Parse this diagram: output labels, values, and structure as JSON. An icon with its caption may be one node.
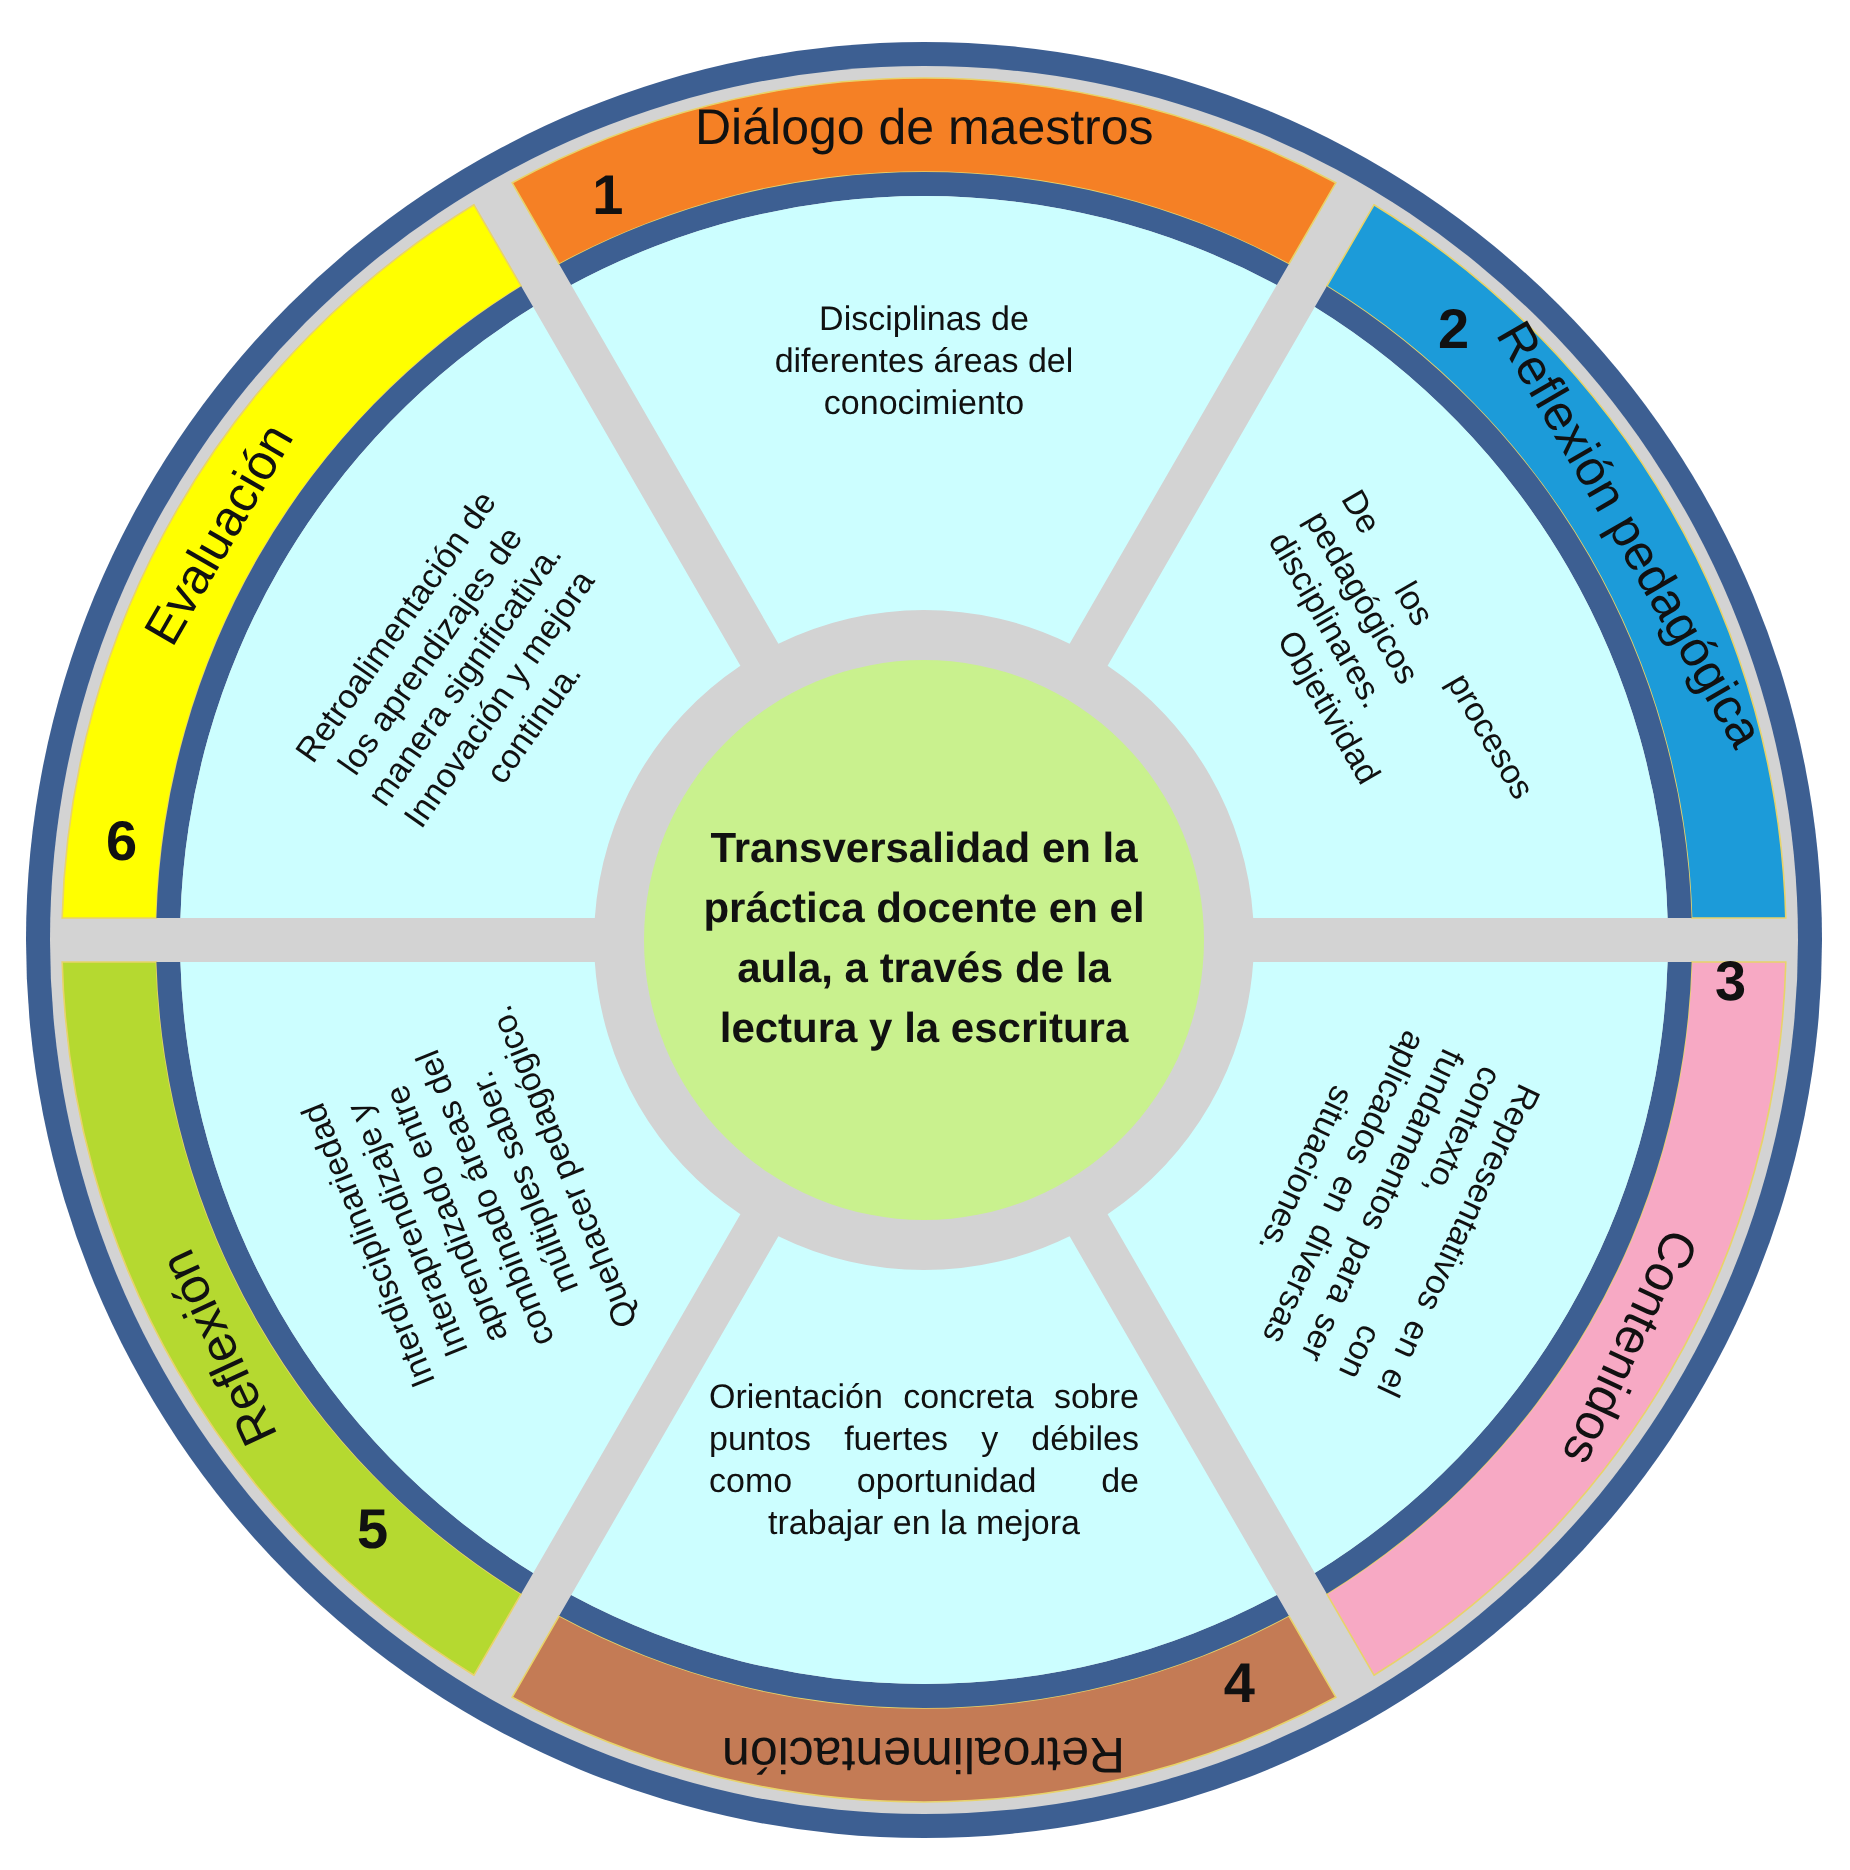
{
  "diagram": {
    "nodes": [
      {
        "text": [
          "Transversalidad en la práctica docente en el aula, a través de la lectura y la escritura"
        ]
      },
      {
        "text": [
          "1",
          "Diálogo de maestros"
        ]
      },
      {
        "text": [
          "Disciplinas de diferentes áreas del conocimiento"
        ]
      },
      {
        "text": [
          "2",
          "Reflexión pedagógica"
        ]
      },
      {
        "text": [
          "De los procesos pedagógicos disciplinares. Objetividad"
        ]
      },
      {
        "text": [
          "3",
          "Contenidos"
        ]
      },
      {
        "text": [
          "Representativos en el contexto, con fundamentos para ser aplicados en diversas situaciones."
        ]
      },
      {
        "text": [
          "4",
          "Retroalimentación"
        ]
      },
      {
        "text": [
          "Orientación concreta sobre puntos fuertes y débiles como oportunidad de trabajar en la mejora"
        ]
      },
      {
        "text": [
          "5",
          "Reflexión"
        ]
      },
      {
        "text": [
          "Interdisciplinariedad Interaprendizaje y aprendizado entre combinado áreas del múltiples saber. Quehacer pedagógico."
        ]
      },
      {
        "text": [
          "6",
          "Evaluación"
        ]
      },
      {
        "text": [
          "Retroalimentación de los aprendizajes de manera significativa. Innovación y mejora continua."
        ]
      }
    ]
  }
}
